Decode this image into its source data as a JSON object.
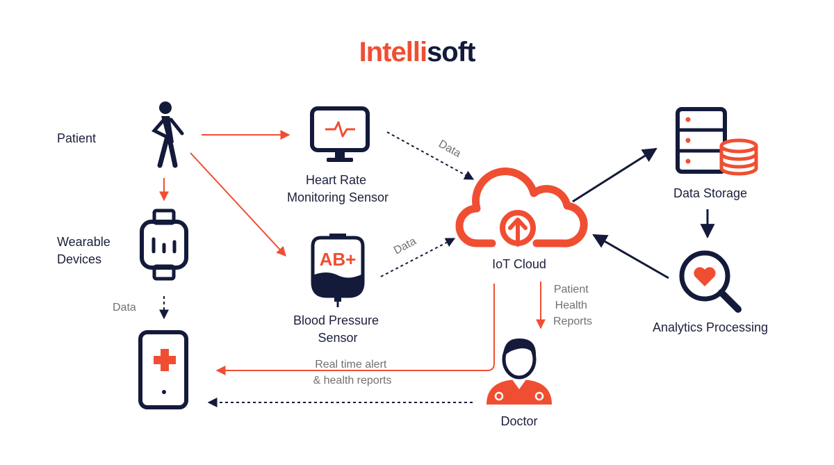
{
  "brand": {
    "part1": "Intelli",
    "part2": "soft",
    "color_primary": "#f04e32",
    "color_secondary": "#131a3a"
  },
  "nodes": {
    "patient": "Patient",
    "wearable": [
      "Wearable",
      "Devices"
    ],
    "heart_rate": [
      "Heart Rate",
      "Monitoring Sensor"
    ],
    "blood_pressure": [
      "Blood Pressure",
      "Sensor"
    ],
    "bp_bag_text": "AB+",
    "iot_cloud": "IoT Cloud",
    "data_storage": "Data Storage",
    "analytics": "Analytics Processing",
    "doctor": "Doctor"
  },
  "edge_labels": {
    "data_heart": "Data",
    "data_bp": "Data",
    "data_wearable": "Data",
    "reports": [
      "Patient",
      "Health",
      "Reports"
    ],
    "alert": [
      "Real time alert",
      "& health reports"
    ]
  },
  "icons": [
    "patient-icon",
    "wearable-icon",
    "monitor-icon",
    "blood-bag-icon",
    "cloud-upload-icon",
    "database-icon",
    "magnifier-heart-icon",
    "doctor-icon",
    "phone-icon"
  ]
}
